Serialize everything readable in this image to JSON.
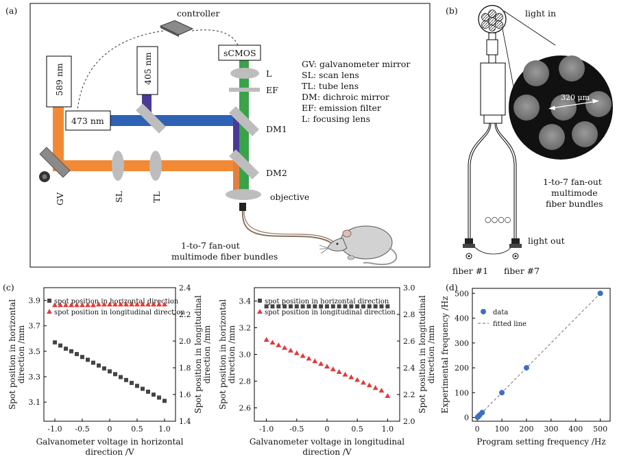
{
  "panels": {
    "a": {
      "label": "(a)",
      "controller": "controller",
      "lasers": [
        "589 nm",
        "405 nm",
        "473 nm"
      ],
      "camera": "sCMOS",
      "component_labels": {
        "L": "L",
        "EF": "EF",
        "DM1": "DM1",
        "DM2": "DM2",
        "objective": "objective",
        "GV": "GV",
        "SL": "SL",
        "TL": "TL"
      },
      "legend_lines": [
        "GV: galvanometer mirror",
        "SL: scan lens",
        "TL: tube lens",
        "DM: dichroic mirror",
        "EF: emission filter",
        "L: focusing lens"
      ],
      "fiber_caption": [
        "1-to-7 fan-out",
        "multimode fiber bundles"
      ],
      "colors": {
        "orange": "#f28a35",
        "blue": "#2e62b4",
        "violet": "#4a3a96",
        "green": "#3aa24a",
        "gray": "#bdbdbd"
      }
    },
    "b": {
      "label": "(b)",
      "light_in": "light in",
      "scale": "320 μm",
      "caption": [
        "1-to-7 fan-out",
        "multimode",
        "fiber bundles"
      ],
      "dots": "○○○○",
      "light_out": "light out",
      "fiber_first": "fiber #1",
      "fiber_last": "fiber #7"
    },
    "c": {
      "label": "(c)"
    },
    "d": {
      "label": "(d)"
    }
  },
  "chart_data": [
    {
      "type": "scatter",
      "id": "c-left",
      "xlabel": [
        "Galvanometer voltage in horizontal",
        "direction /V"
      ],
      "ylabel_left": [
        "Spot position in horizontal",
        "direction /mm"
      ],
      "ylabel_right": [
        "Spot position in longitudinal",
        "direction /mm"
      ],
      "xlim": [
        -1.2,
        1.2
      ],
      "ylim_left": [
        2.95,
        4.0
      ],
      "ylim_right": [
        1.4,
        2.4
      ],
      "xticks": [
        "-1.0",
        "-0.5",
        "0",
        "0.5",
        "1.0"
      ],
      "yticks_left": [
        "3.1",
        "3.3",
        "3.5",
        "3.7",
        "3.9"
      ],
      "yticks_right": [
        "1.4",
        "1.6",
        "1.8",
        "2.0",
        "2.2",
        "2.4"
      ],
      "x": [
        -1.0,
        -0.9,
        -0.8,
        -0.7,
        -0.6,
        -0.5,
        -0.4,
        -0.3,
        -0.2,
        -0.1,
        0.0,
        0.1,
        0.2,
        0.3,
        0.4,
        0.5,
        0.6,
        0.7,
        0.8,
        0.9,
        1.0
      ],
      "series": [
        {
          "name": "spot position in horizontal direction",
          "axis": "left",
          "marker": "square",
          "color": "#444444",
          "values": [
            3.57,
            3.545,
            3.52,
            3.5,
            3.478,
            3.455,
            3.433,
            3.41,
            3.388,
            3.365,
            3.342,
            3.32,
            3.297,
            3.274,
            3.251,
            3.228,
            3.205,
            3.182,
            3.159,
            3.136,
            3.11
          ]
        },
        {
          "name": "spot position in longitudinal direction",
          "axis": "right",
          "marker": "triangle",
          "color": "#e23a3a",
          "values": [
            2.27,
            2.27,
            2.27,
            2.27,
            2.27,
            2.27,
            2.27,
            2.27,
            2.275,
            2.275,
            2.275,
            2.275,
            2.275,
            2.275,
            2.275,
            2.275,
            2.275,
            2.275,
            2.275,
            2.275,
            2.275
          ]
        }
      ]
    },
    {
      "type": "scatter",
      "id": "c-right",
      "xlabel": [
        "Galvanometer voltage in longitudinal",
        "direction /V"
      ],
      "ylabel_left": [
        "Spot position in horizontal",
        "direction /mm"
      ],
      "ylabel_right": [
        "Spot position in longitudinal",
        "direction /mm"
      ],
      "xlim": [
        -1.2,
        1.2
      ],
      "ylim_left": [
        2.5,
        3.5
      ],
      "ylim_right": [
        2.0,
        3.0
      ],
      "xticks": [
        "-1.0",
        "-0.5",
        "0",
        "0.5",
        "1.0"
      ],
      "yticks_left": [
        "2.6",
        "2.8",
        "3.0",
        "3.2",
        "3.4"
      ],
      "yticks_right": [
        "2.0",
        "2.2",
        "2.4",
        "2.6",
        "2.8",
        "3.0"
      ],
      "x": [
        -1.0,
        -0.9,
        -0.8,
        -0.7,
        -0.6,
        -0.5,
        -0.4,
        -0.3,
        -0.2,
        -0.1,
        0.0,
        0.1,
        0.2,
        0.3,
        0.4,
        0.5,
        0.6,
        0.7,
        0.8,
        0.9,
        1.0
      ],
      "series": [
        {
          "name": "spot position in horizontal direction",
          "axis": "left",
          "marker": "square",
          "color": "#444444",
          "values": [
            3.36,
            3.36,
            3.36,
            3.36,
            3.36,
            3.36,
            3.36,
            3.36,
            3.36,
            3.36,
            3.36,
            3.36,
            3.36,
            3.36,
            3.36,
            3.36,
            3.36,
            3.36,
            3.36,
            3.36,
            3.36
          ]
        },
        {
          "name": "spot position in longitudinal direction",
          "axis": "right",
          "marker": "triangle",
          "color": "#e23a3a",
          "values": [
            2.61,
            2.59,
            2.57,
            2.55,
            2.53,
            2.51,
            2.49,
            2.47,
            2.45,
            2.43,
            2.41,
            2.39,
            2.37,
            2.35,
            2.33,
            2.31,
            2.29,
            2.27,
            2.25,
            2.23,
            2.19
          ]
        }
      ]
    },
    {
      "type": "scatter",
      "id": "d",
      "xlabel": "Program setting frequency /Hz",
      "ylabel": "Experimental frequency /Hz",
      "xlim": [
        -20,
        540
      ],
      "ylim": [
        -15,
        520
      ],
      "xticks": [
        "0",
        "100",
        "200",
        "300",
        "400",
        "500"
      ],
      "yticks": [
        "0",
        "100",
        "200",
        "300",
        "400",
        "500"
      ],
      "series": [
        {
          "name": "data",
          "marker": "circle",
          "color": "#3a6fc4",
          "x": [
            1,
            5,
            10,
            20,
            100,
            200,
            500
          ],
          "y": [
            1,
            5,
            10,
            20,
            100,
            200,
            500
          ]
        },
        {
          "name": "fitted line",
          "style": "dashed",
          "color": "#888888",
          "x": [
            0,
            500
          ],
          "y": [
            0,
            500
          ]
        }
      ]
    }
  ]
}
